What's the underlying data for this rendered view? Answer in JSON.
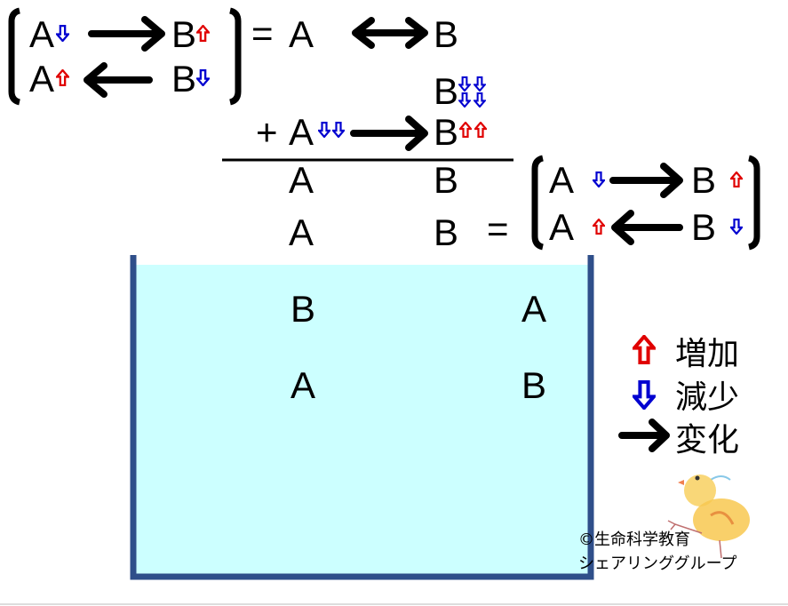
{
  "letters": {
    "a": "A",
    "b": "B",
    "eq": "=",
    "plus": "+"
  },
  "legend": {
    "increase": "増加",
    "decrease": "減少",
    "change": "変化"
  },
  "credit": {
    "line1": "©生命科学教育",
    "line2": "シェアリンググループ"
  },
  "colors": {
    "increase": "#e00000",
    "decrease": "#0000d0",
    "water": "#ccffff",
    "beaker": "#2f4f8a"
  }
}
